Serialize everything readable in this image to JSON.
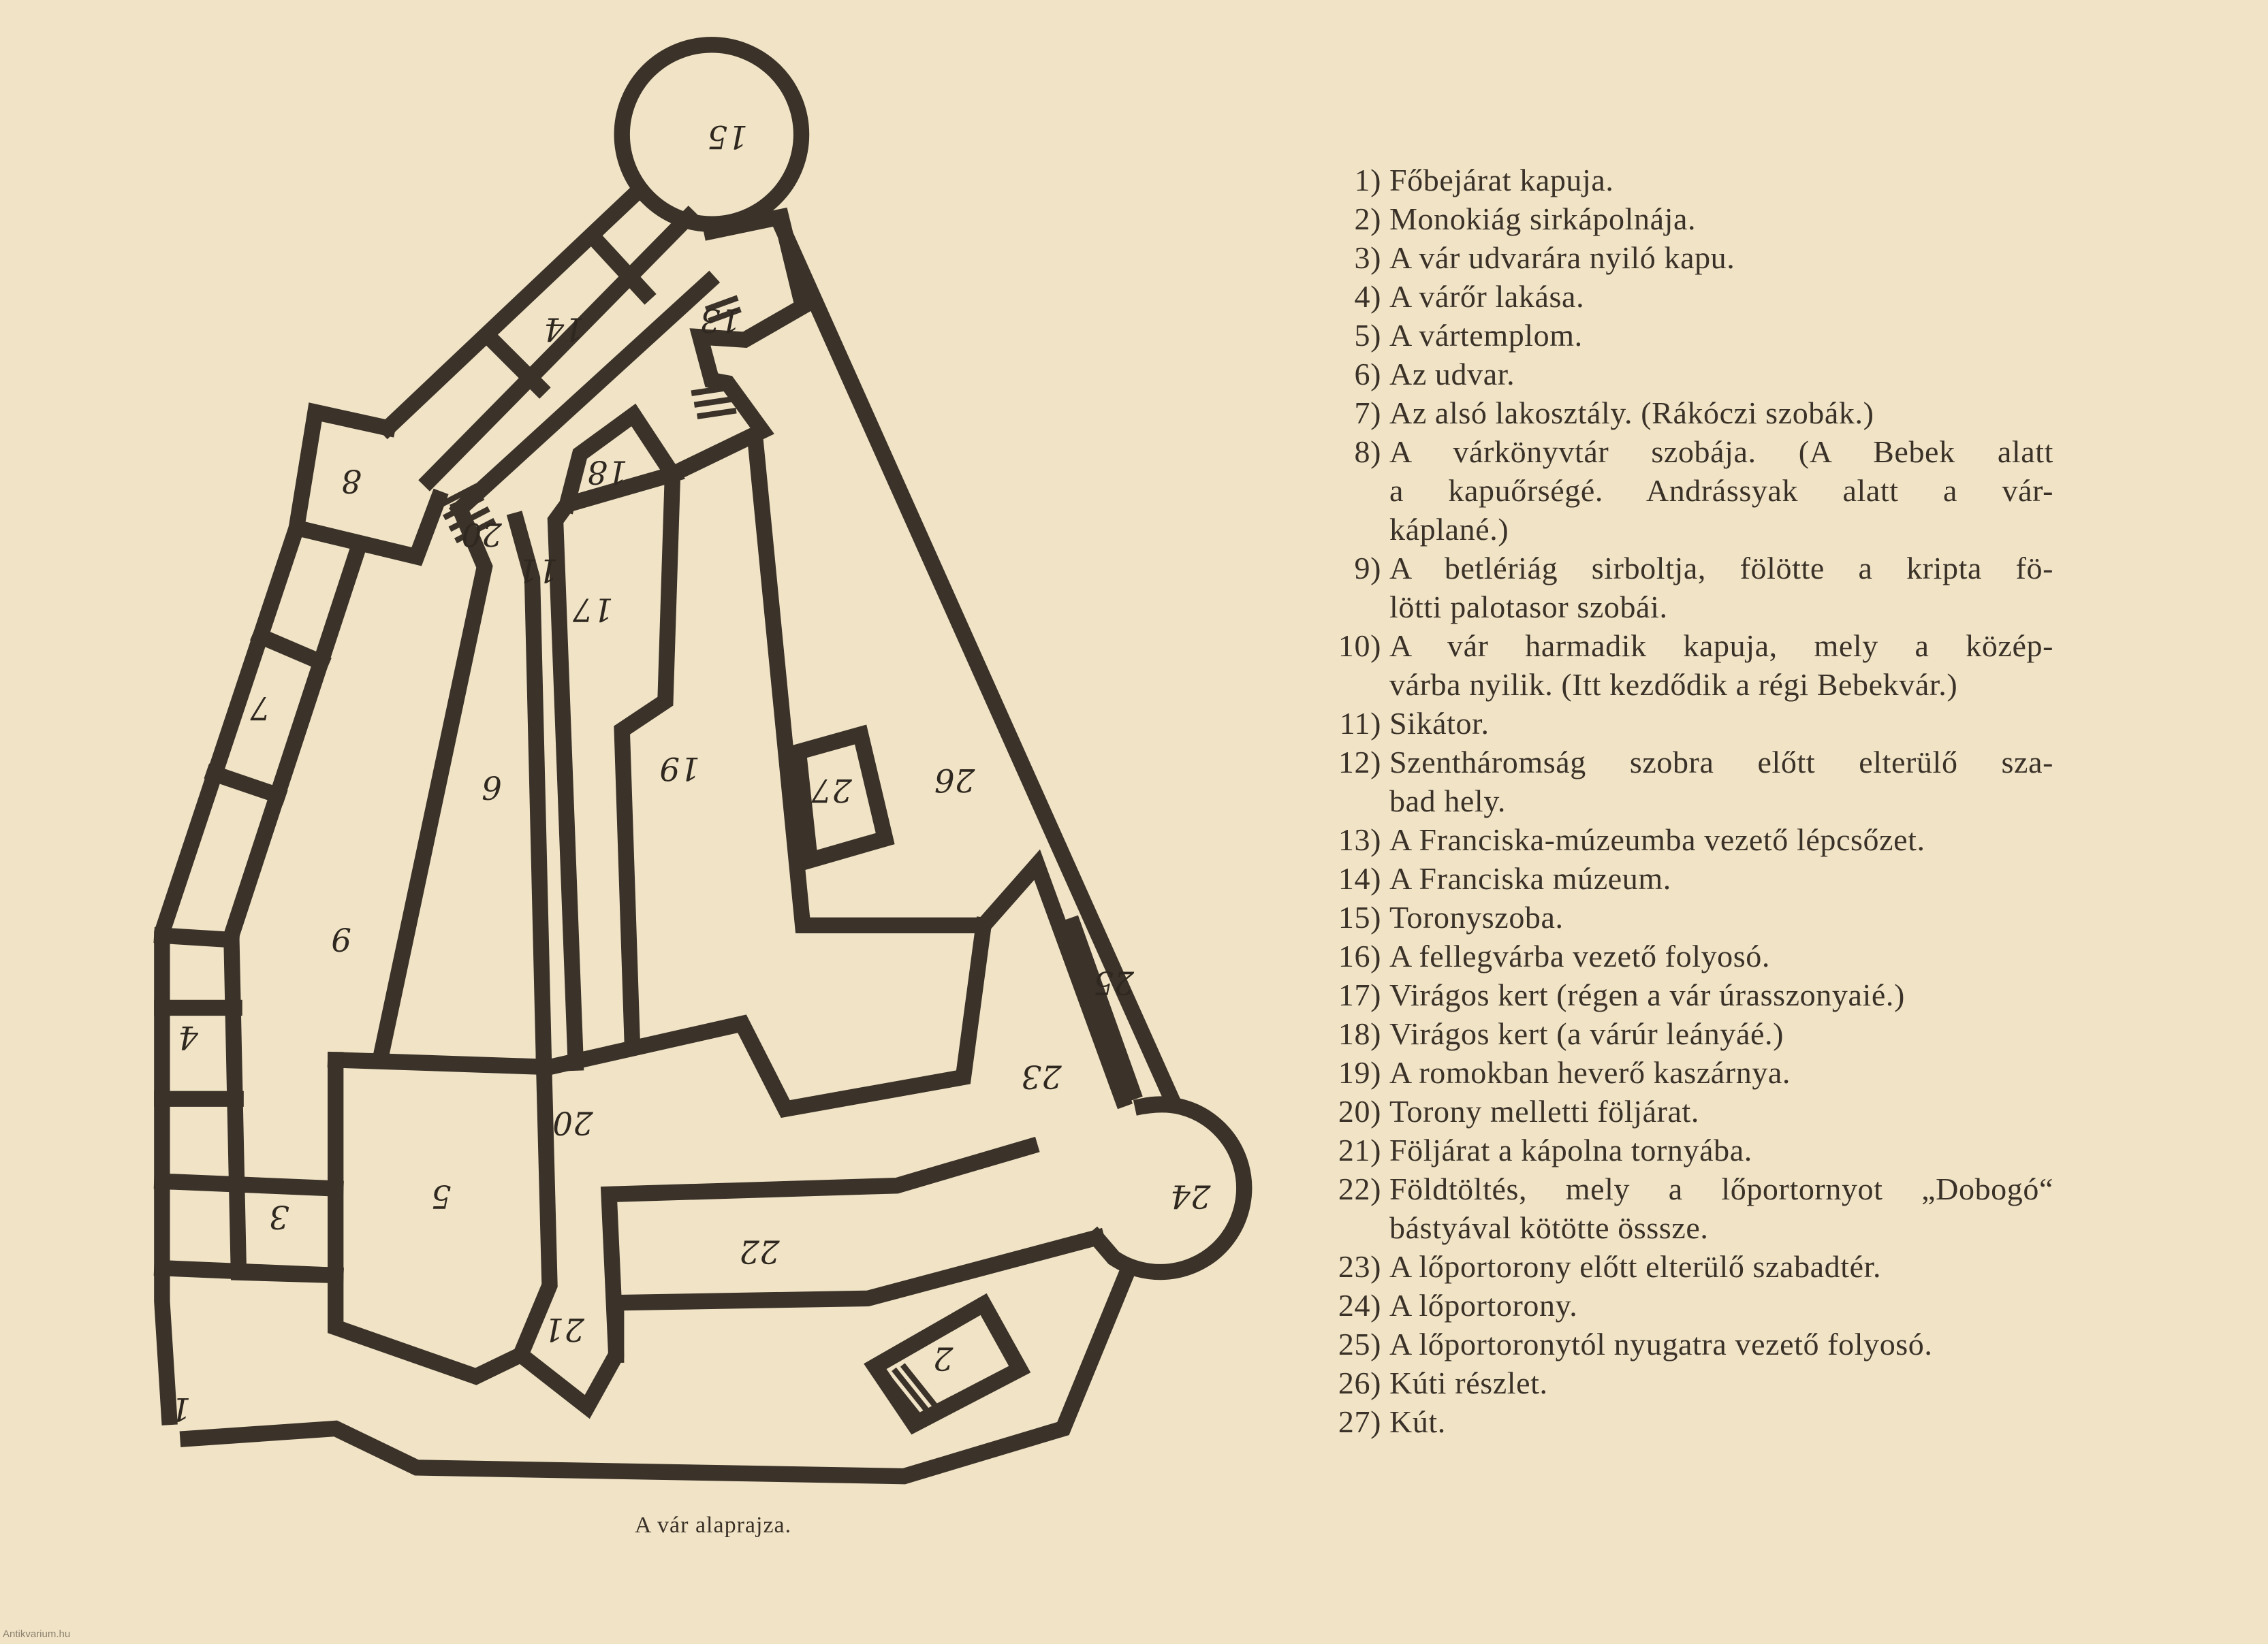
{
  "plan": {
    "title": "A vár alaprajza.",
    "labels": [
      {
        "text": "15",
        "room": 15
      },
      {
        "text": "14",
        "room": 14
      },
      {
        "text": "8",
        "room": 8
      },
      {
        "text": "13",
        "room": 13
      },
      {
        "text": "18",
        "room": 18
      },
      {
        "text": "20",
        "room": 20
      },
      {
        "text": "11",
        "room": 11
      },
      {
        "text": "17",
        "room": 17
      },
      {
        "text": "7",
        "room": 7
      },
      {
        "text": "6",
        "room": 6
      },
      {
        "text": "19",
        "room": 19
      },
      {
        "text": "27",
        "room": 27
      },
      {
        "text": "26",
        "room": 26
      },
      {
        "text": "9",
        "room": 9
      },
      {
        "text": "4",
        "room": 4
      },
      {
        "text": "25",
        "room": 25
      },
      {
        "text": "23",
        "room": 23
      },
      {
        "text": "20",
        "room": "20b"
      },
      {
        "text": "5",
        "room": 5
      },
      {
        "text": "24",
        "room": 24
      },
      {
        "text": "3",
        "room": 3
      },
      {
        "text": "22",
        "room": 22
      },
      {
        "text": "21",
        "room": 21
      },
      {
        "text": "2",
        "room": 2
      },
      {
        "text": "1",
        "room": 1
      }
    ]
  },
  "legend": [
    {
      "num": "1)",
      "lines": [
        "Főbejárat kapuja."
      ]
    },
    {
      "num": "2)",
      "lines": [
        "Monokiág sirkápolnája."
      ]
    },
    {
      "num": "3)",
      "lines": [
        "A vár udvarára nyiló kapu."
      ]
    },
    {
      "num": "4)",
      "lines": [
        "A várőr lakása."
      ]
    },
    {
      "num": "5)",
      "lines": [
        "A vártemplom."
      ]
    },
    {
      "num": "6)",
      "lines": [
        "Az udvar."
      ]
    },
    {
      "num": "7)",
      "lines": [
        "Az alsó lakosztály. (Rákóczi szobák.)"
      ]
    },
    {
      "num": "8)",
      "lines": [
        "A várkönyvtár szobája. (A Bebek alatt",
        "a kapuőrségé. Andrássyak alatt a vár-",
        "káplané.)"
      ]
    },
    {
      "num": "9)",
      "lines": [
        "A betlériág sirboltja, fölötte a kripta fö-",
        "lötti palotasor szobái."
      ]
    },
    {
      "num": "10)",
      "lines": [
        "A vár harmadik kapuja, mely a közép-",
        "várba nyilik. (Itt kezdődik a régi Bebekvár.)"
      ]
    },
    {
      "num": "11)",
      "lines": [
        "Sikátor."
      ]
    },
    {
      "num": "12)",
      "lines": [
        "Szentháromság szobra előtt elterülő sza-",
        "bad hely."
      ]
    },
    {
      "num": "13)",
      "lines": [
        "A Franciska-múzeumba vezető lépcsőzet."
      ]
    },
    {
      "num": "14)",
      "lines": [
        "A Franciska múzeum."
      ]
    },
    {
      "num": "15)",
      "lines": [
        "Toronyszoba."
      ]
    },
    {
      "num": "16)",
      "lines": [
        "A fellegvárba vezető folyosó."
      ]
    },
    {
      "num": "17)",
      "lines": [
        "Virágos kert (régen a vár úrasszonyaié.)"
      ]
    },
    {
      "num": "18)",
      "lines": [
        "Virágos kert (a várúr leányáé.)"
      ]
    },
    {
      "num": "19)",
      "lines": [
        "A romokban heverő kaszárnya."
      ]
    },
    {
      "num": "20)",
      "lines": [
        "Torony melletti följárat."
      ]
    },
    {
      "num": "21)",
      "lines": [
        "Följárat a kápolna tornyába."
      ]
    },
    {
      "num": "22)",
      "lines": [
        "Földtöltés, mely a lőportornyot „Dobogó“",
        "bástyával kötötte össsze."
      ]
    },
    {
      "num": "23)",
      "lines": [
        "A lőportorony előtt elterülő szabadtér."
      ]
    },
    {
      "num": "24)",
      "lines": [
        "A lőportorony."
      ]
    },
    {
      "num": "25)",
      "lines": [
        "A lőportoronytól nyugatra vezető folyosó."
      ]
    },
    {
      "num": "26)",
      "lines": [
        "Kúti részlet."
      ]
    },
    {
      "num": "27)",
      "lines": [
        "Kút."
      ]
    }
  ],
  "watermark": "Antikvarium.hu",
  "colors": {
    "paper": "#f1e4c6",
    "ink": "#3b3229"
  }
}
